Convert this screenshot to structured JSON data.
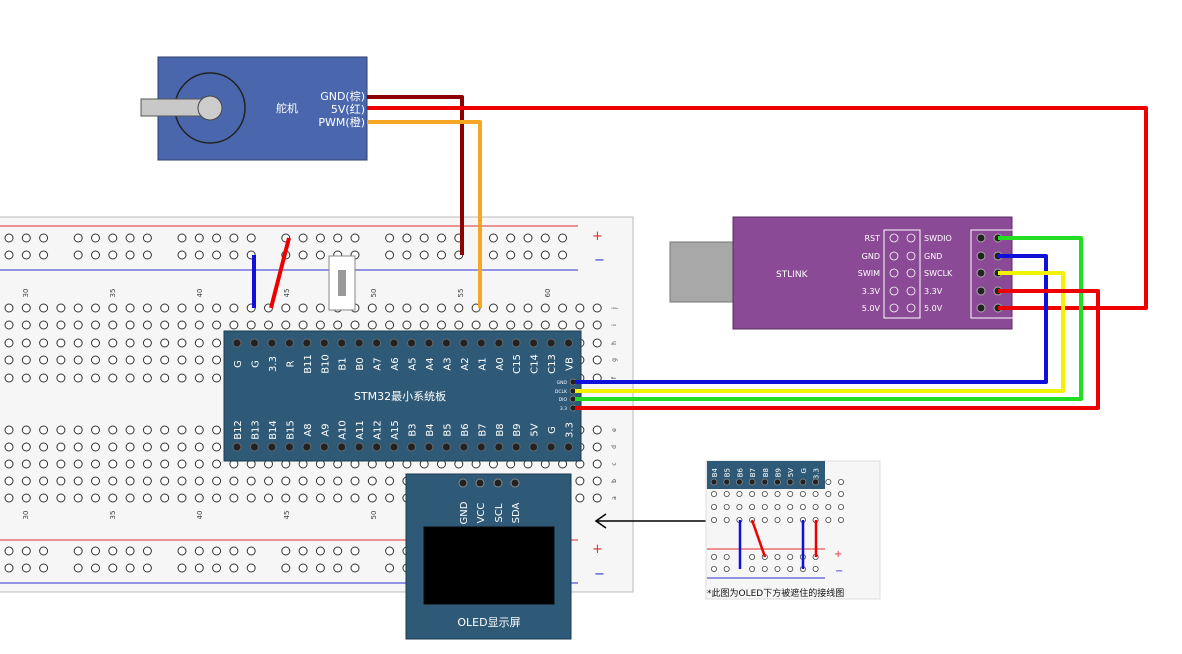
{
  "servo": {
    "label": "舵机",
    "pins": [
      "GND(棕)",
      "5V(红)",
      "PWM(橙)"
    ]
  },
  "stlink": {
    "label": "STLINK",
    "left_pins": [
      "RST",
      "GND",
      "SWIM",
      "3.3V",
      "5.0V"
    ],
    "right_pins": [
      "SWDIO",
      "GND",
      "SWCLK",
      "3.3V",
      "5.0V"
    ]
  },
  "stm32": {
    "label": "STM32最小系统板",
    "top_pins": [
      "G",
      "G",
      "3.3",
      "R",
      "B11",
      "B10",
      "B1",
      "B0",
      "A7",
      "A6",
      "A5",
      "A4",
      "A3",
      "A2",
      "A1",
      "A0",
      "C15",
      "C14",
      "C13",
      "VB"
    ],
    "bottom_pins": [
      "B12",
      "B13",
      "B14",
      "B15",
      "A8",
      "A9",
      "A10",
      "A11",
      "A12",
      "A15",
      "B3",
      "B4",
      "B5",
      "B6",
      "B7",
      "B8",
      "B9",
      "5V",
      "G",
      "3.3"
    ],
    "debug_pins": [
      "GND",
      "DCLK",
      "DIO",
      "3.3"
    ]
  },
  "oled": {
    "label": "OLED显示屏",
    "pins": [
      "GND",
      "VCC",
      "SCL",
      "SDA"
    ]
  },
  "breadboard": {
    "col_numbers": [
      "30",
      "35",
      "40",
      "45",
      "50",
      "55",
      "60"
    ],
    "row_letters_top": [
      "j",
      "i",
      "h",
      "g",
      "f"
    ],
    "row_letters_bottom": [
      "e",
      "d",
      "c",
      "b",
      "a"
    ],
    "plus": "+",
    "minus": "−"
  },
  "inset": {
    "pins": [
      "B4",
      "B5",
      "B6",
      "B7",
      "B8",
      "B9",
      "5V",
      "G",
      "3.3"
    ],
    "caption": "*此图为OLED下方被遮住的接线图",
    "plus": "+",
    "minus": "−"
  },
  "colors": {
    "board_blue": "#2e5a78",
    "servo_blue": "#4a67ad",
    "stlink_purple": "#8b4a96",
    "wire_red": "#ee0000",
    "wire_blue": "#1010dd",
    "wire_green": "#22dd22",
    "wire_yellow": "#f2f200",
    "wire_orange": "#f5a623",
    "wire_brown": "#8b0000"
  }
}
